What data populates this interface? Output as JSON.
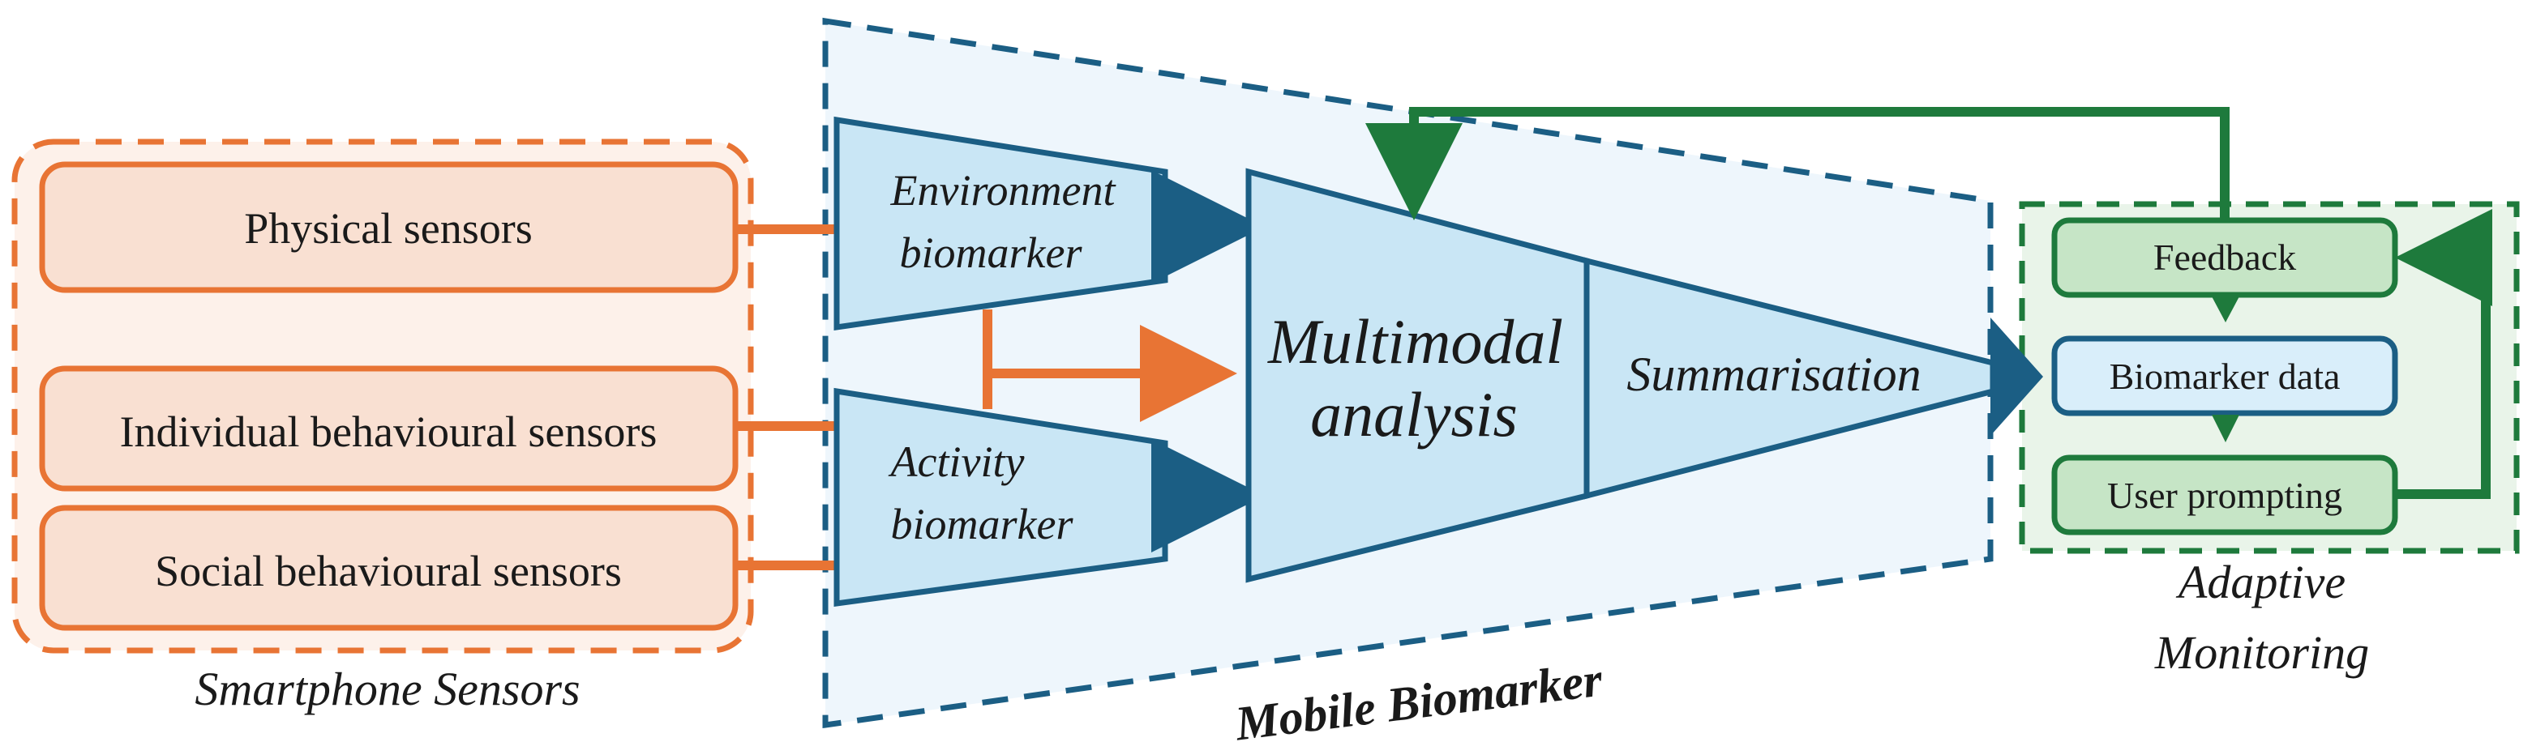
{
  "colors": {
    "orange": "#E87434",
    "orange_fill": "#F9E0D2",
    "blue": "#1B5E84",
    "blue_fill": "#C9E6F5",
    "blue_region": "#EEF6FC",
    "green": "#1E7A3C",
    "green_fill": "#C6E5C6",
    "green_region": "#E9F4E9",
    "biomarker_data_fill": "#D9EEFA"
  },
  "sensors": {
    "physical": "Physical sensors",
    "individual": "Individual behavioural sensors",
    "social": "Social behavioural sensors",
    "caption": "Smartphone Sensors"
  },
  "biomarkers": {
    "environment_line1": "Environment",
    "environment_line2": "biomarker",
    "activity_line1": "Activity",
    "activity_line2": "biomarker"
  },
  "analysis": {
    "multimodal_line1": "Multimodal",
    "multimodal_line2": "analysis",
    "summarisation": "Summarisation"
  },
  "mobile_biomarker": {
    "caption": "Mobile Biomarker"
  },
  "adaptive": {
    "feedback": "Feedback",
    "biomarker_data": "Biomarker data",
    "user_prompting": "User prompting",
    "caption_line1": "Adaptive",
    "caption_line2": "Monitoring"
  }
}
